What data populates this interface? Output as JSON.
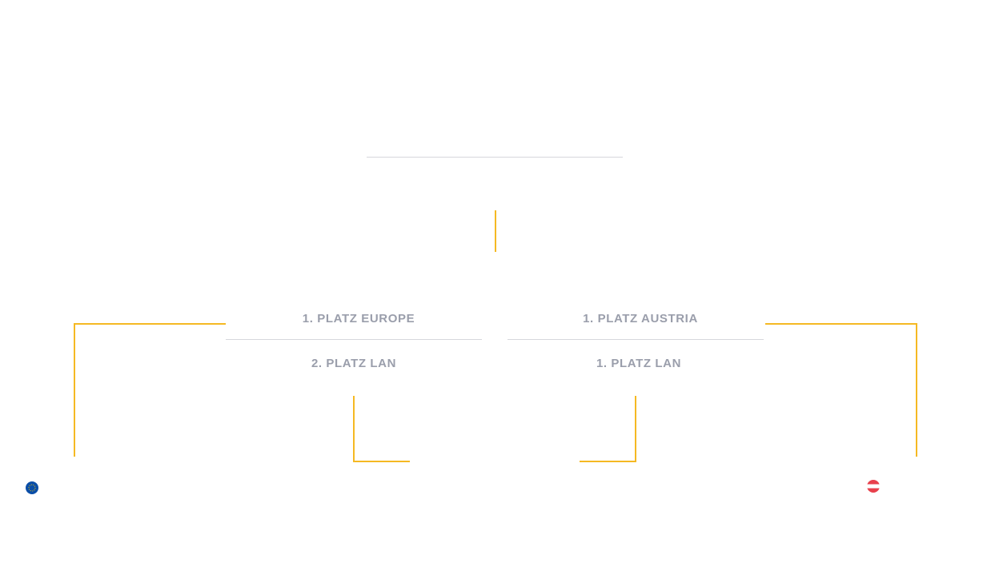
{
  "results": {
    "europe": {
      "top": "1. PLATZ EUROPE",
      "bottom": "2. PLATZ LAN"
    },
    "austria": {
      "top": "1. PLATZ AUSTRIA",
      "bottom": "1. PLATZ LAN"
    }
  },
  "icons": {
    "left": "eu-flag-icon",
    "right": "austria-flag-icon"
  },
  "colors": {
    "accent": "#f5b923",
    "text": "#9a9eab",
    "divider": "#d6d7dc"
  }
}
